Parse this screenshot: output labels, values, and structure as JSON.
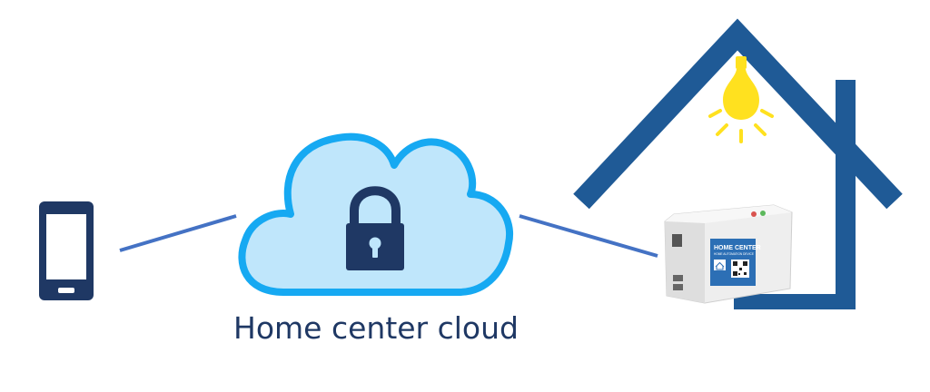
{
  "cloud": {
    "label": "Home center cloud"
  },
  "device": {
    "label_title": "HOME CENTER",
    "label_subtitle": "HOME AUTOMATION DEVICE"
  },
  "icons": {
    "phone": "smartphone-icon",
    "cloud": "cloud-icon",
    "lock": "padlock-icon",
    "house": "house-outline-icon",
    "bulb": "light-bulb-icon",
    "device": "home-center-device"
  },
  "colors": {
    "navy": "#1f3864",
    "link_line": "#4472c4",
    "cloud_fill": "#bfe6fb",
    "cloud_stroke": "#16a9f2",
    "house": "#1f5a96",
    "bulb": "#ffe11f"
  }
}
